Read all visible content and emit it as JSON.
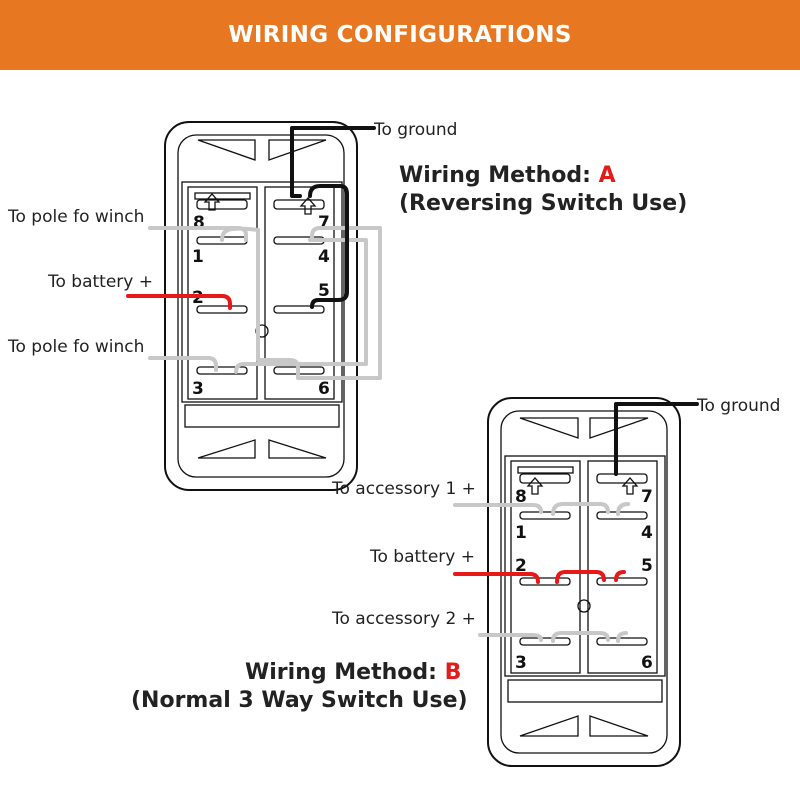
{
  "header": {
    "title": "WIRING CONFIGURATIONS"
  },
  "colors": {
    "banner": "#E87722",
    "accent": "#E21B1B",
    "ground_wire": "#111111",
    "pole_wire": "#C8C8C8",
    "battery_wire": "#E81818"
  },
  "icons": {
    "arrow": "up-arrow-icon"
  },
  "method_a": {
    "title_prefix": "Wiring Method: ",
    "letter": "A",
    "subtitle": "(Reversing Switch Use)",
    "labels": {
      "ground": "To ground",
      "pole_top": "To pole fo winch",
      "battery": "To battery +",
      "pole_bottom": "To pole fo winch"
    },
    "terminals": [
      "8",
      "7",
      "1",
      "4",
      "2",
      "5",
      "3",
      "6"
    ]
  },
  "method_b": {
    "title_prefix": "Wiring Method: ",
    "letter": "B",
    "subtitle": "(Normal 3 Way Switch Use)",
    "labels": {
      "ground": "To ground",
      "accessory1": "To accessory 1 +",
      "battery": "To battery +",
      "accessory2": "To accessory 2 +"
    },
    "terminals": [
      "8",
      "7",
      "1",
      "4",
      "2",
      "5",
      "3",
      "6"
    ]
  }
}
